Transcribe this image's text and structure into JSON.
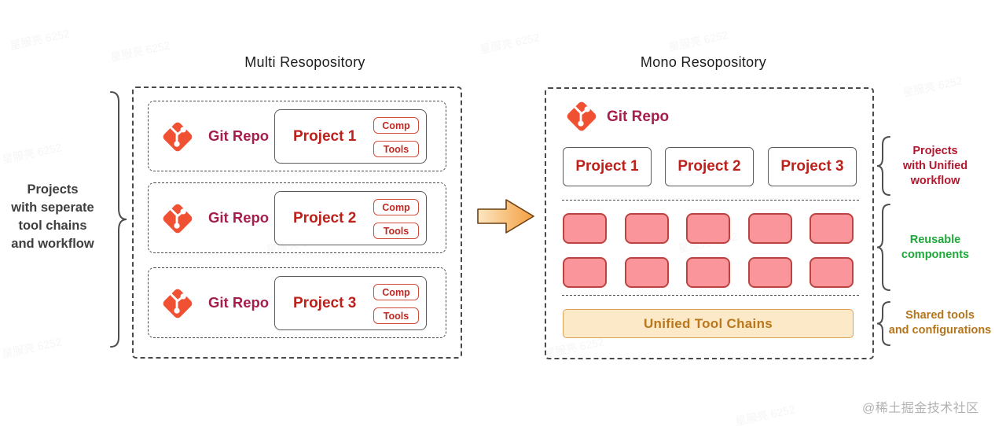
{
  "header": {
    "left_title": "Multi Resopository",
    "right_title": "Mono Resopository"
  },
  "multi_repo": {
    "annotation": "Projects\nwith seperate\ntool chains\nand workflow",
    "rows": [
      {
        "repo_label": "Git Repo",
        "project_label": "Project 1",
        "badges": [
          "Comp",
          "Tools"
        ]
      },
      {
        "repo_label": "Git Repo",
        "project_label": "Project 2",
        "badges": [
          "Comp",
          "Tools"
        ]
      },
      {
        "repo_label": "Git Repo",
        "project_label": "Project 3",
        "badges": [
          "Comp",
          "Tools"
        ]
      }
    ]
  },
  "mono_repo": {
    "repo_label": "Git Repo",
    "projects": [
      "Project 1",
      "Project 2",
      "Project 3"
    ],
    "component_grid": {
      "rows": 2,
      "per_row": 5
    },
    "toolchain_label": "Unified Tool Chains",
    "annotations": [
      {
        "text": "Projects\nwith Unified\nworkflow"
      },
      {
        "text": "Reusable\ncomponents"
      },
      {
        "text": "Shared tools\nand configurations"
      }
    ]
  },
  "watermark": {
    "diagonal": "星服亮 6252",
    "credit": "@稀土掘金技术社区"
  },
  "colors": {
    "git_orange": "#F05133",
    "git_repo_text": "#A51E4D",
    "project_text": "#BD211C",
    "badge_red": "#C02A22",
    "component_pink": "#F9959B",
    "component_border": "#BC4440",
    "toolchain_bg": "#FBE9C7",
    "toolchain_text": "#BA771B",
    "annotation_red": "#B2182F",
    "annotation_green": "#1FA83A",
    "annotation_brown": "#B4761C",
    "arrow_orange": "#F49E3F"
  }
}
